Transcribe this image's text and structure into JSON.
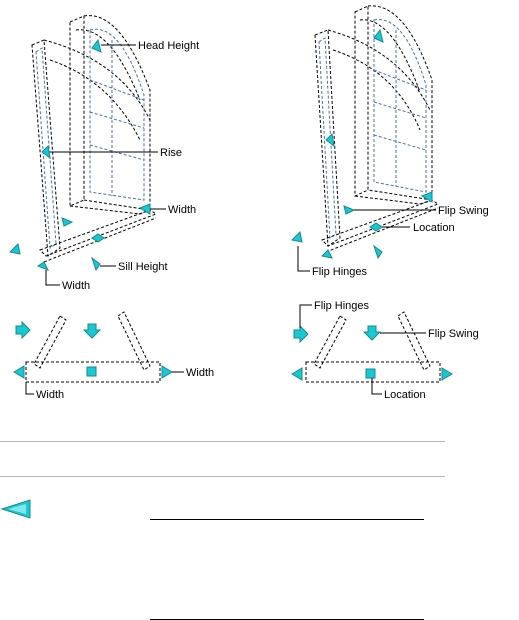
{
  "diagram": {
    "labels": {
      "head_height": "Head Height",
      "rise": "Rise",
      "width": "Width",
      "sill_height": "Sill Height",
      "flip_swing": "Flip Swing",
      "location": "Location",
      "flip_hinges": "Flip Hinges"
    },
    "colors": {
      "grip_fill": "#19c8d2",
      "grip_dark": "#148c8c",
      "frame_line": "#000000",
      "glazing_line": "#4b6eb4",
      "divider": "#b8b8b8"
    },
    "icons": [
      "triangle-grip-icon",
      "square-grip-icon",
      "arrow-grip-icon"
    ]
  }
}
